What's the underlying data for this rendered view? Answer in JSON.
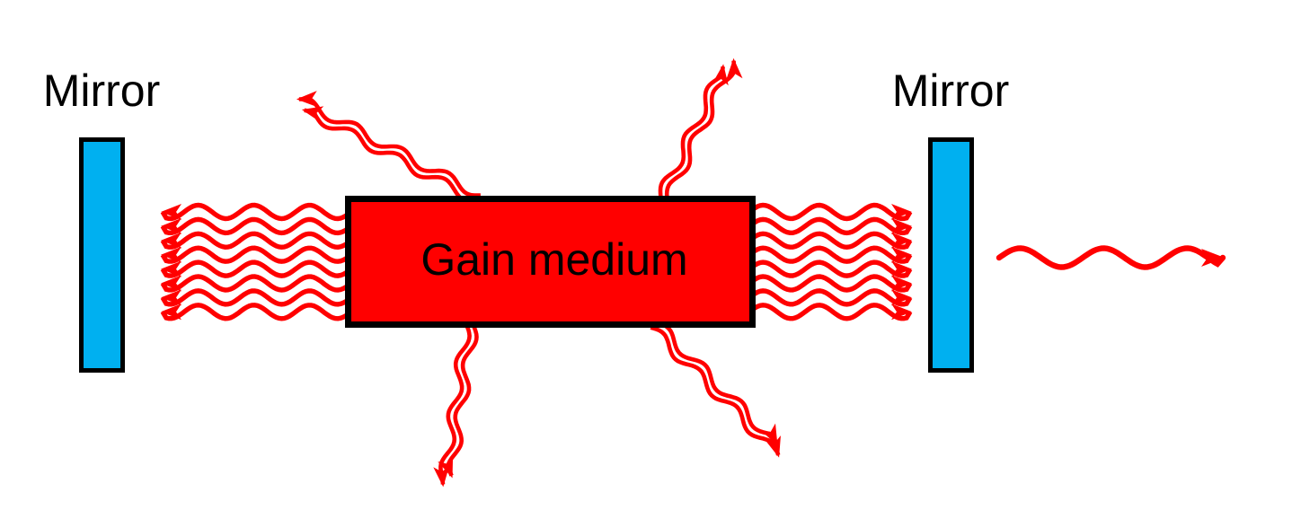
{
  "diagram": {
    "type": "laser-cavity",
    "background_color": "#ffffff",
    "colors": {
      "beam_red": "#ff0000",
      "mirror_blue": "#00b0f0",
      "outline_black": "#000000",
      "text_black": "#000000"
    },
    "labels": {
      "left_mirror": "Mirror",
      "right_mirror": "Mirror",
      "gain_medium": "Gain medium"
    },
    "beams": {
      "left_intracavity": {
        "wave_count": 8,
        "direction": "left"
      },
      "right_intracavity": {
        "wave_count": 8,
        "direction": "right"
      },
      "output_beam": {
        "wave_count": 1,
        "direction": "right"
      },
      "spontaneous_emission": [
        {
          "id": "top-left",
          "direction": "up-left"
        },
        {
          "id": "top-right",
          "direction": "up-right"
        },
        {
          "id": "bottom-left",
          "direction": "down-left"
        },
        {
          "id": "bottom-right",
          "direction": "down-right"
        }
      ]
    }
  }
}
